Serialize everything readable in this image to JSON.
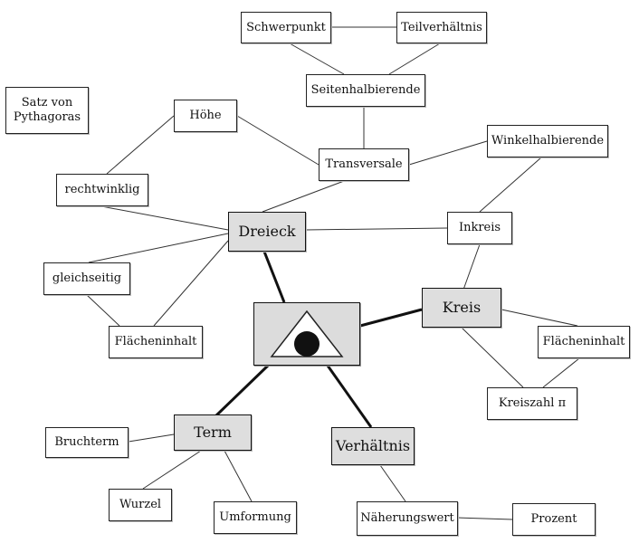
{
  "nodes": {
    "schwerpunkt": "Schwerpunkt",
    "teilverhaeltnis": "Teilverhältnis",
    "seitenhalbierende": "Seitenhalbierende",
    "satz_von_pythagoras": "Satz von\nPythagoras",
    "hoehe": "Höhe",
    "winkelhalbierende": "Winkelhalbierende",
    "transversale": "Transversale",
    "rechtwinklig": "rechtwinklig",
    "dreieck": "Dreieck",
    "inkreis": "Inkreis",
    "gleichseitig": "gleichseitig",
    "kreis": "Kreis",
    "flaecheninhalt_dreieck": "Flächeninhalt",
    "flaecheninhalt_kreis": "Flächeninhalt",
    "kreiszahl_pi": "Kreiszahl π",
    "bruchterm": "Bruchterm",
    "term": "Term",
    "verhaeltnis": "Verhältnis",
    "wurzel": "Wurzel",
    "umformung": "Umformung",
    "naeherungswert": "Näherungswert",
    "prozent": "Prozent"
  },
  "center_icon": "triangle-with-circle-icon"
}
